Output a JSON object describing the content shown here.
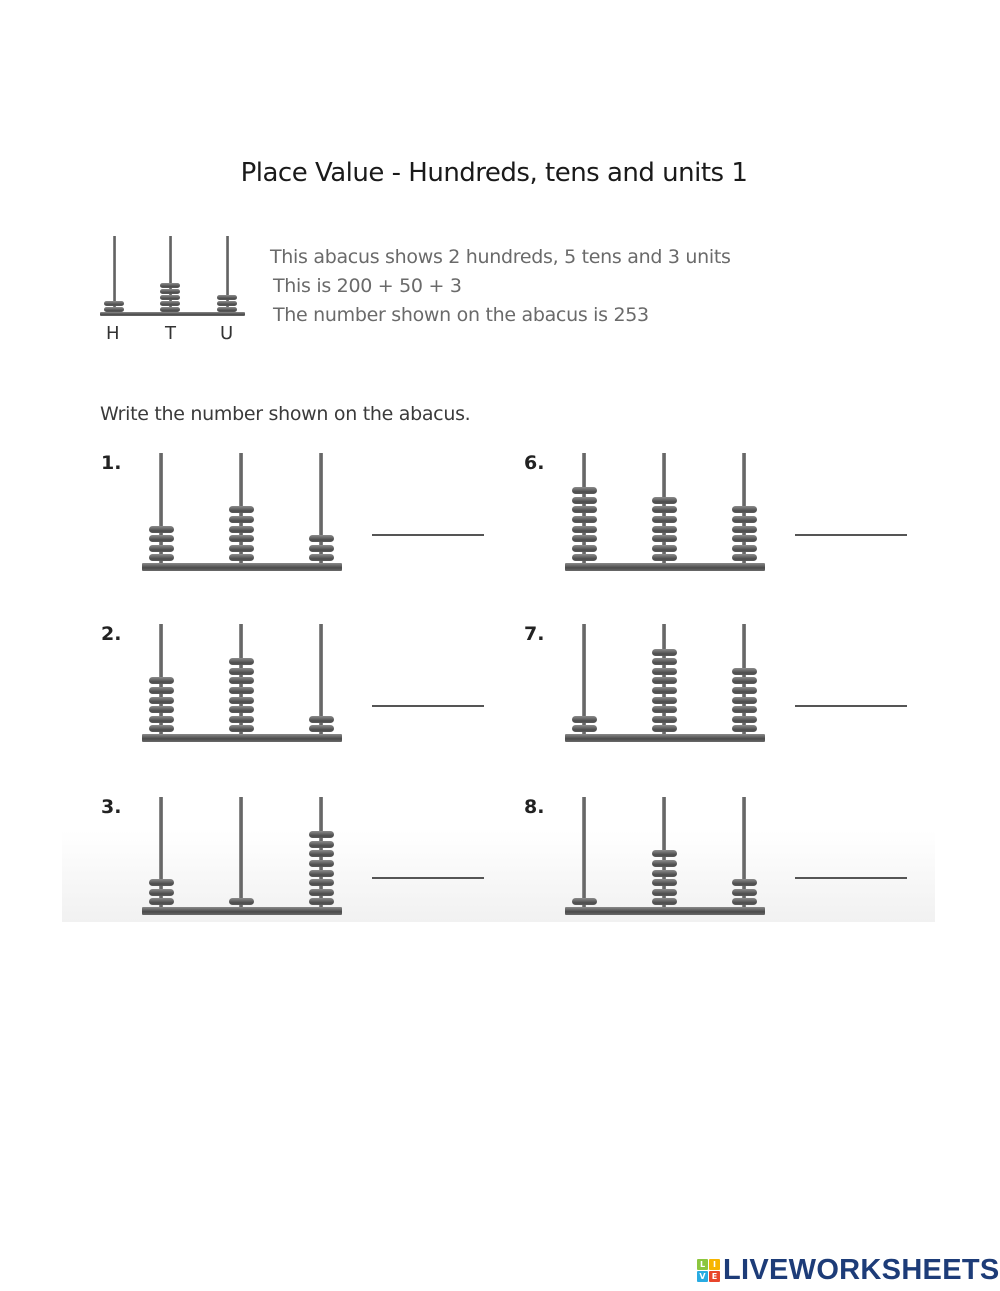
{
  "worksheet": {
    "title": "Place Value - Hundreds, tens and units 1",
    "example": {
      "abacus": {
        "hundreds": 2,
        "tens": 5,
        "units": 3
      },
      "labels": [
        "H",
        "T",
        "U"
      ],
      "lines": [
        "This abacus shows 2 hundreds, 5 tens and 3 units",
        "This is 200 + 50 + 3",
        "The number shown on the abacus is 253"
      ]
    },
    "instruction": "Write the number shown on the abacus.",
    "questions": [
      {
        "number": "1.",
        "hundreds": 4,
        "tens": 6,
        "units": 3,
        "answer": ""
      },
      {
        "number": "2.",
        "hundreds": 6,
        "tens": 8,
        "units": 2,
        "answer": ""
      },
      {
        "number": "3.",
        "hundreds": 3,
        "tens": 1,
        "units": 8,
        "answer": ""
      },
      {
        "number": "6.",
        "hundreds": 8,
        "tens": 7,
        "units": 6,
        "answer": ""
      },
      {
        "number": "7.",
        "hundreds": 2,
        "tens": 9,
        "units": 7,
        "answer": ""
      },
      {
        "number": "8.",
        "hundreds": 1,
        "tens": 6,
        "units": 3,
        "answer": ""
      }
    ]
  },
  "branding": {
    "logo_blocks": [
      {
        "letter": "L",
        "color": "#8cc63f"
      },
      {
        "letter": "I",
        "color": "#f7b500"
      },
      {
        "letter": "V",
        "color": "#29abe2"
      },
      {
        "letter": "E",
        "color": "#e8452c"
      }
    ],
    "logo_text": "LIVEWORKSHEETS",
    "logo_color": "#1d3c78"
  }
}
